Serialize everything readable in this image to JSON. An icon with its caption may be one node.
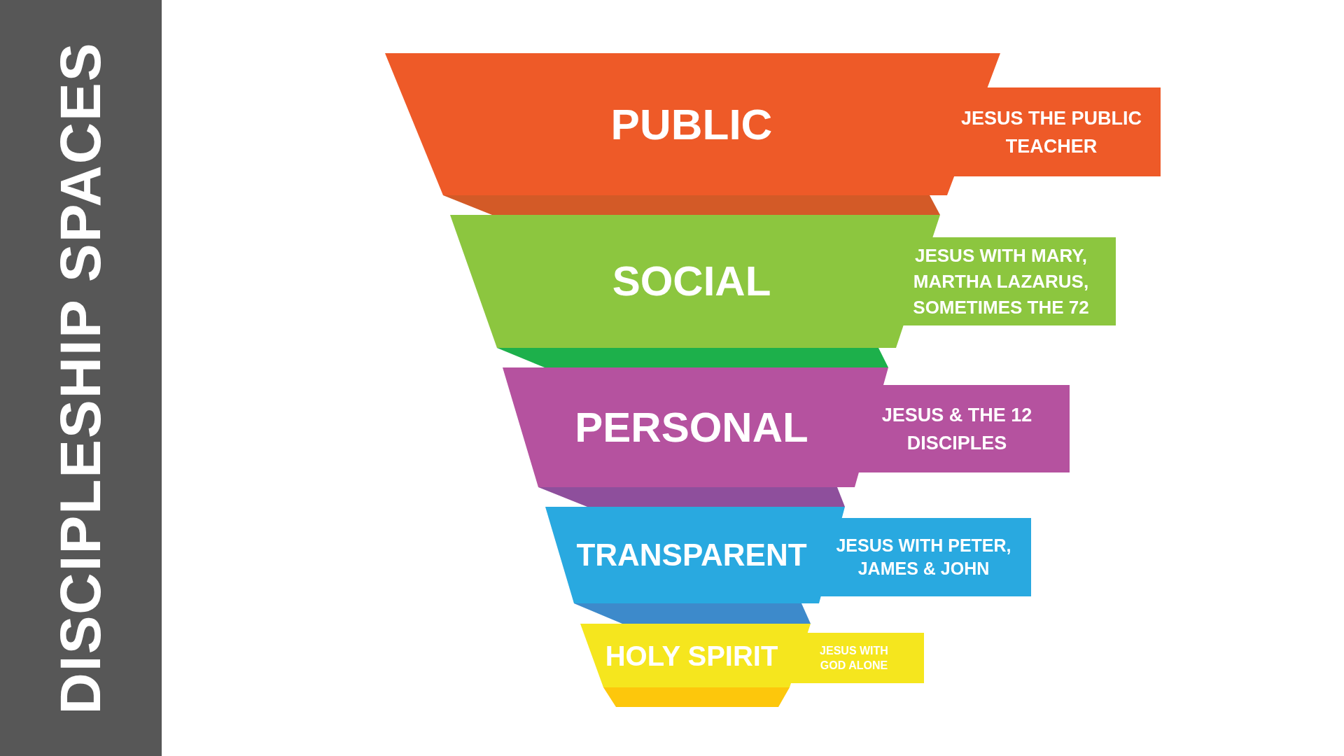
{
  "diagram": {
    "title": "DISCIPLESHIP SPACES",
    "nodes": [
      {
        "text": [
          "PUBLIC"
        ]
      },
      {
        "text": [
          "JESUS THE PUBLIC TEACHER"
        ]
      },
      {
        "text": [
          "SOCIAL"
        ]
      },
      {
        "text": [
          "JESUS WITH MARY, MARTHA LAZARUS, SOMETIMES THE 72"
        ]
      },
      {
        "text": [
          "PERSONAL"
        ]
      },
      {
        "text": [
          "JESUS & THE 12 DISCIPLES"
        ]
      },
      {
        "text": [
          "TRANSPARENT"
        ]
      },
      {
        "text": [
          "JESUS WITH PETER, JAMES & JOHN"
        ]
      },
      {
        "text": [
          "HOLY SPIRIT"
        ]
      },
      {
        "text": [
          "JESUS WITH GOD ALONE"
        ]
      }
    ]
  }
}
